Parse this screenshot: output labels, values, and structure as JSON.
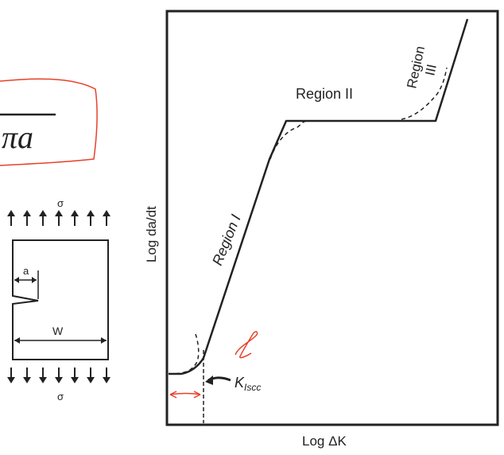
{
  "formula": {
    "fragment": "πa"
  },
  "specimen": {
    "stress_label_top": "σ",
    "stress_label_bottom": "σ",
    "crack_label": "a",
    "width_label": "W"
  },
  "chart": {
    "ylabel": "Log da/dt",
    "xlabel": "Log ΔK",
    "threshold_label": "K",
    "threshold_subscript": "Iscc",
    "region_labels": {
      "region_1": "Region I",
      "region_2": "Region II",
      "region_3_line1": "Region",
      "region_3_line2": "III"
    }
  },
  "colors": {
    "annotation": "#e8412c",
    "ink": "#222222",
    "background": "#ffffff"
  }
}
